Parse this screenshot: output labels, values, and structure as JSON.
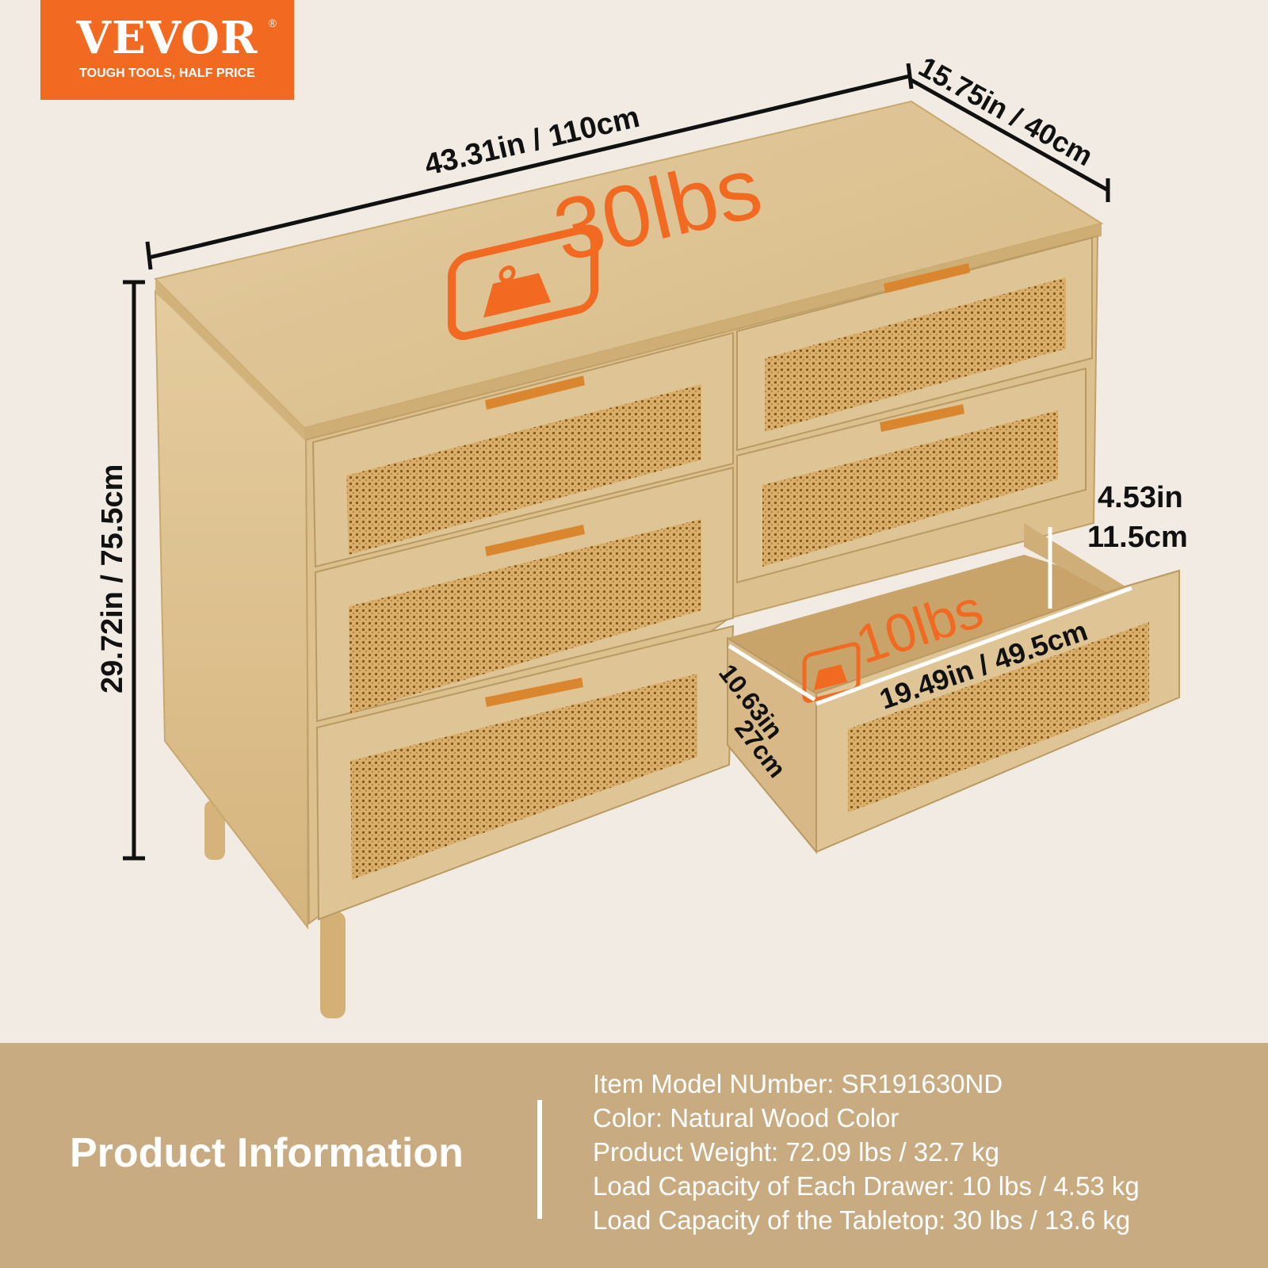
{
  "brand": {
    "name": "VEVOR",
    "registered_mark": "®",
    "tagline": "TOUGH TOOLS, HALF PRICE",
    "color": "#f26a21"
  },
  "dimensions": {
    "width": "43.31in / 110cm",
    "depth": "15.75in / 40cm",
    "height": "29.72in / 75.5cm",
    "drawer_height_in": "4.53in",
    "drawer_height_cm": "11.5cm",
    "drawer_width": "19.49in / 49.5cm",
    "drawer_depth_in": "10.63in",
    "drawer_depth_cm": "27cm"
  },
  "load_badges": {
    "tabletop": "30lbs",
    "drawer": "10lbs",
    "icon": "weight-icon",
    "color": "#f26a21"
  },
  "product_info": {
    "title": "Product Information",
    "specs": [
      "Item Model NUmber: SR191630ND",
      "Color: Natural Wood Color",
      "Product Weight: 72.09 lbs / 32.7 kg",
      "Load Capacity of Each Drawer: 10 lbs / 4.53 kg",
      "Load Capacity of the Tabletop: 30 lbs / 13.6 kg"
    ],
    "background": "#c9ab82"
  },
  "colors": {
    "page_background": "#f1ebe4",
    "wood": "#dcc08e",
    "rattan": "#d2a663",
    "handle": "#d9862e"
  }
}
